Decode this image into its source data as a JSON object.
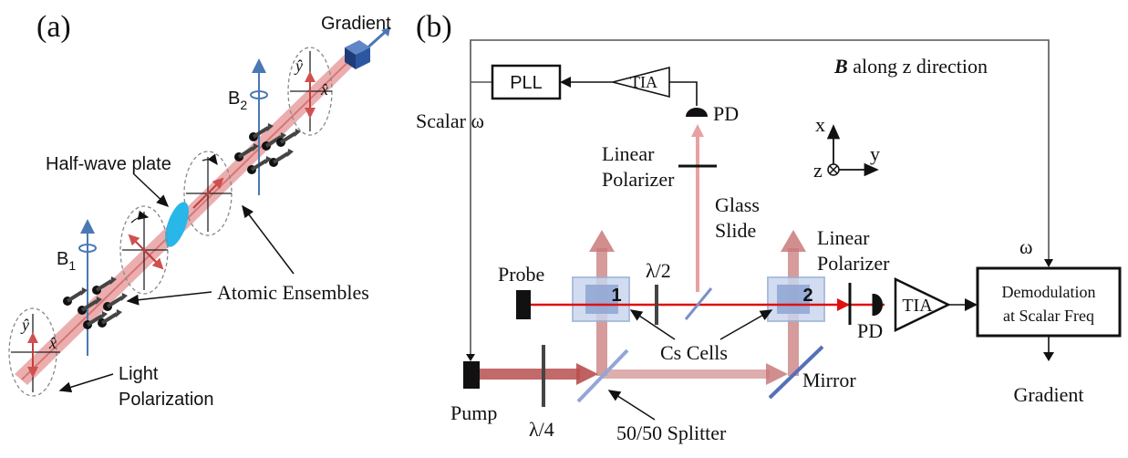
{
  "panel_a": {
    "label": "(a)",
    "gradient_label": "Gradient",
    "b1_label": "B",
    "b1_sub": "1",
    "b2_label": "B",
    "b2_sub": "2",
    "half_wave_label": "Half-wave plate",
    "atomic_label": "Atomic Ensembles",
    "light_label_1": "Light",
    "light_label_2": "Polarization",
    "axis_y": "ŷ",
    "axis_x": "x̂"
  },
  "panel_b": {
    "label": "(b)",
    "b_field_bold": "B",
    "b_field_rest": " along z direction",
    "pll": "PLL",
    "tia_top": "TIA",
    "tia_right": "TIA",
    "pd_top": "PD",
    "pd_right": "PD",
    "scalar_omega": "Scalar ω",
    "omega": "ω",
    "linear_polarizer_top_1": "Linear",
    "linear_polarizer_top_2": "Polarizer",
    "glass_slide_1": "Glass",
    "glass_slide_2": "Slide",
    "linear_polarizer_right_1": "Linear",
    "linear_polarizer_right_2": "Polarizer",
    "probe": "Probe",
    "pump": "Pump",
    "lambda_half": "λ/2",
    "lambda_quarter": "λ/4",
    "cell_1": "1",
    "cell_2": "2",
    "cs_cells": "Cs Cells",
    "mirror": "Mirror",
    "splitter": "50/50 Splitter",
    "demod_1": "Demodulation",
    "demod_2": "at Scalar Freq",
    "gradient_out": "Gradient",
    "axis_x": "x",
    "axis_y": "y",
    "axis_z": "z"
  },
  "colors": {
    "beam_pink": "#e8a0a0",
    "beam_dark": "#c56a6a",
    "probe_red": "#e01010",
    "cell_blue": "#9db3d9",
    "mirror_blue": "#5570b8",
    "halfwave_cyan": "#29b6e8",
    "field_blue": "#4a78b5"
  }
}
